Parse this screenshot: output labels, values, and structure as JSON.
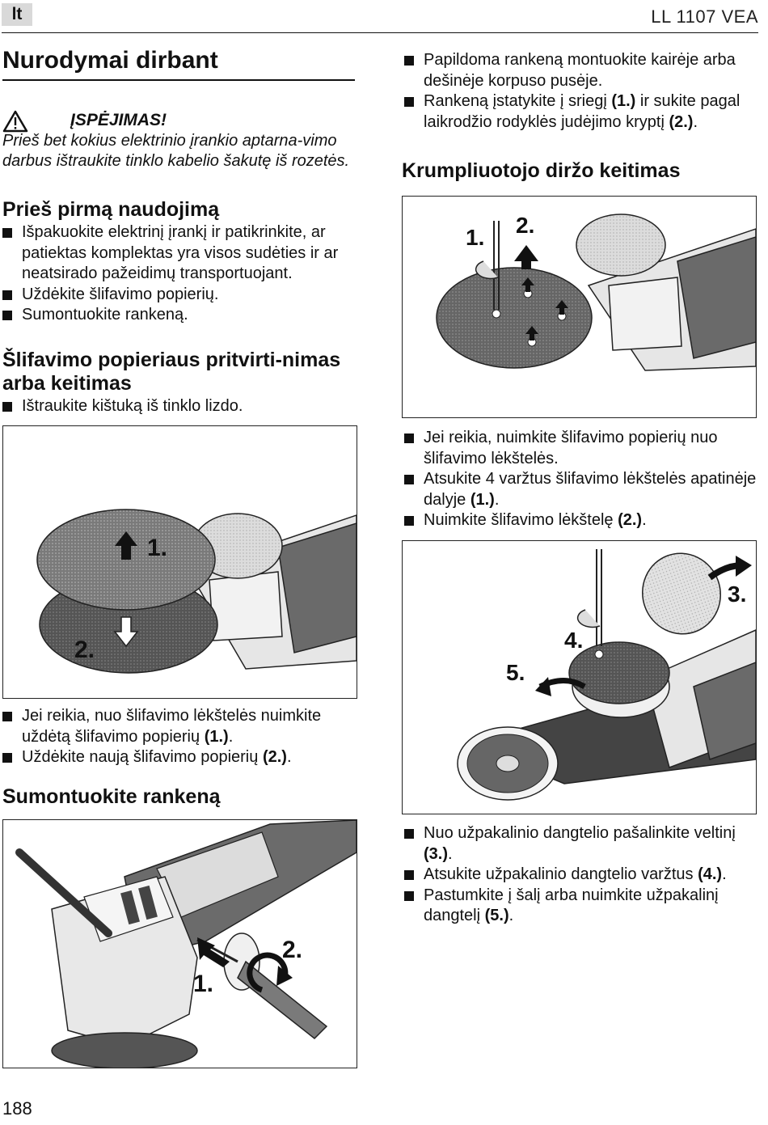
{
  "header": {
    "lang": "lt",
    "model": "LL 1107 VEA"
  },
  "left": {
    "title": "Nurodymai dirbant",
    "warning_title": "ĮSPĖJIMAS!",
    "warning_text": "Prieš bet kokius elektrinio įrankio aptarna-vimo darbus ištraukite tinklo kabelio šakutę iš rozetės.",
    "section1_title": "Prieš pirmą naudojimą",
    "section1_items": [
      "Išpakuokite elektrinį įrankį ir patikrinkite, ar patiektas komplektas yra visos sudėties ir ar neatsirado pažeidimų transportuojant.",
      "Uždėkite šlifavimo popierių.",
      "Sumontuokite rankeną."
    ],
    "section2_title": "Šlifavimo popieriaus pritvirti-nimas arba keitimas",
    "section2_items": [
      "Ištraukite kištuką iš tinklo lizdo."
    ],
    "fig1_labels": {
      "one": "1.",
      "two": "2."
    },
    "section2_after": [
      {
        "pre": "Jei reikia, nuo šlifavimo lėkštelės nuimkite uždėtą šlifavimo popierių ",
        "ref": "(1.)",
        "post": "."
      },
      {
        "pre": "Uždėkite naują šlifavimo popierių ",
        "ref": "(2.)",
        "post": "."
      }
    ],
    "section3_title": "Sumontuokite rankeną",
    "fig2_labels": {
      "one": "1.",
      "two": "2."
    }
  },
  "right": {
    "items_top": [
      {
        "pre": "Papildoma rankeną montuokite kairėje arba dešinėje korpuso pusėje.",
        "ref": "",
        "post": ""
      },
      {
        "pre": "Rankeną įstatykite į sriegį ",
        "ref": "(1.)",
        "post": " ir sukite pagal laikrodžio rodyklės judėjimo kryptį ",
        "ref2": "(2.)",
        "post2": "."
      }
    ],
    "section4_title": "Krumpliuotojo diržo keitimas",
    "fig3_labels": {
      "one": "1.",
      "two": "2."
    },
    "items_mid": [
      {
        "pre": "Jei reikia, nuimkite šlifavimo popierių nuo šlifavimo lėkštelės.",
        "ref": "",
        "post": ""
      },
      {
        "pre": "Atsukite 4 varžtus šlifavimo lėkštelės apatinėje dalyje ",
        "ref": "(1.)",
        "post": "."
      },
      {
        "pre": "Nuimkite šlifavimo lėkštelę ",
        "ref": "(2.)",
        "post": "."
      }
    ],
    "fig4_labels": {
      "three": "3.",
      "four": "4.",
      "five": "5."
    },
    "items_bottom": [
      {
        "pre": "Nuo užpakalinio dangtelio pašalinkite veltinį ",
        "ref": "(3.)",
        "post": "."
      },
      {
        "pre": "Atsukite užpakalinio dangtelio varžtus ",
        "ref": "(4.)",
        "post": "."
      },
      {
        "pre": "Pastumkite į šalį arba nuimkite užpakalinį dangtelį ",
        "ref": "(5.)",
        "post": "."
      }
    ]
  },
  "footer": {
    "page": "188"
  }
}
